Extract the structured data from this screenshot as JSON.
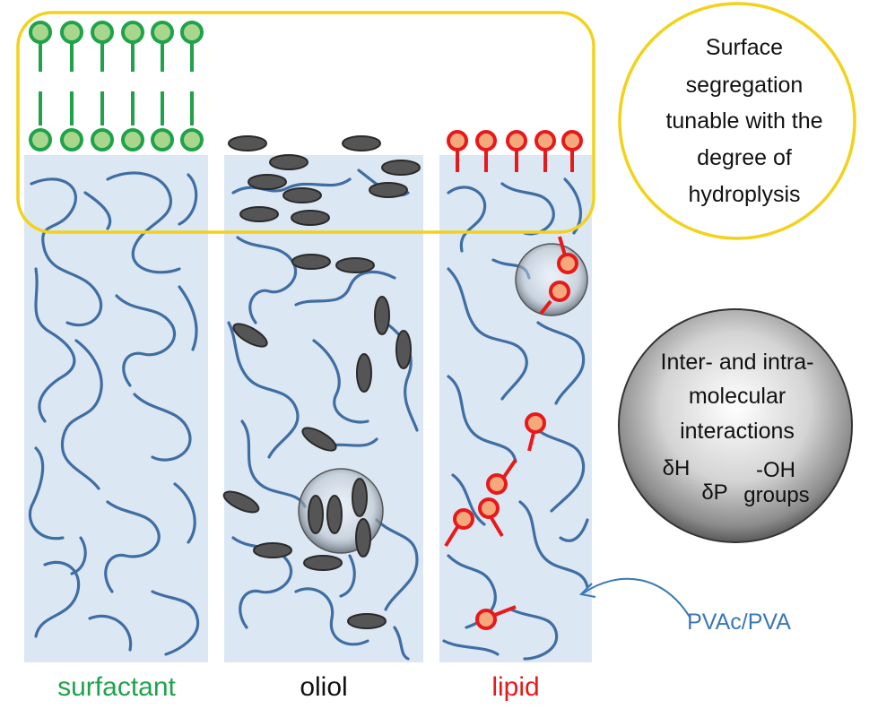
{
  "columns": {
    "surfactant": {
      "label": "surfactant",
      "color": "#1fa34a"
    },
    "oliol": {
      "label": "oliol",
      "color": "#111111"
    },
    "lipid": {
      "label": "lipid",
      "color": "#e8191a"
    }
  },
  "callouts": {
    "segregation": {
      "lines": [
        "Surface",
        "segregation",
        "tunable with the",
        "degree of",
        "hydroplysis"
      ]
    },
    "interactions": {
      "lines": [
        "Inter- and intra-",
        "molecular",
        "interactions"
      ],
      "dh": "δH",
      "dp": "δP",
      "oh": "-OH",
      "groups": "groups"
    }
  },
  "polymer_label": "PVAc/PVA",
  "colors": {
    "panel_bg": "#dce7f4",
    "polymer_chain": "#3f6ea3",
    "highlight_box": "#f2d21b",
    "surfactant_head_fill": "#a8d68c",
    "surfactant_stroke": "#1fa34a",
    "lipid_head_fill": "#f4a97c",
    "lipid_stroke": "#e8191a",
    "oliol_fill": "#555555",
    "label_blue": "#3a78b5"
  }
}
